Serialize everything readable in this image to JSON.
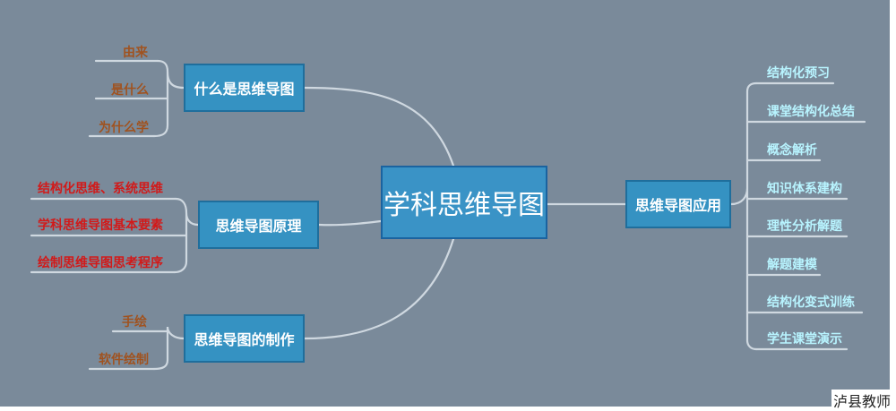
{
  "center": "学科思维导图",
  "branches": {
    "what": {
      "label": "什么是思维导图",
      "items": [
        "由来",
        "是什么",
        "为什么学"
      ]
    },
    "principle": {
      "label": "思维导图原理",
      "items": [
        "结构化思维、系统思维",
        "学科思维导图基本要素",
        "绘制思维导图思考程序"
      ]
    },
    "making": {
      "label": "思维导图的制作",
      "items": [
        "手绘",
        "软件绘制"
      ]
    },
    "application": {
      "label": "思维导图应用",
      "items": [
        "结构化预习",
        "课堂结构化总结",
        "概念解析",
        "知识体系建构",
        "理性分析解题",
        "解题建模",
        "结构化变式训练",
        "学生课堂演示"
      ]
    }
  },
  "watermark": "泸县教师",
  "colors": {
    "background": "#7a8a9a",
    "node": "#3592c2",
    "line": "#cfd8e0",
    "left_leaf_top": "#a0521f",
    "left_leaf_mid": "#d11a1a",
    "right_leaf": "#b8f4ff"
  }
}
